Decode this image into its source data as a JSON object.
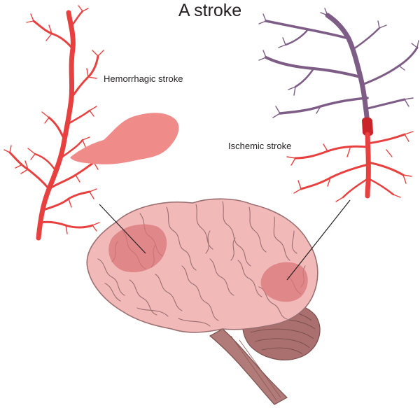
{
  "title": "A stroke",
  "labels": {
    "hemorrhagic": "Hemorrhagic stroke",
    "ischemic": "Ischemic stroke"
  },
  "colors": {
    "artery": "#e8403f",
    "blood_pool": "#ef8b89",
    "blocked_vessel": "#7d5d86",
    "clot": "#c9242a",
    "brain": "#f2b9b9",
    "brain_outline": "#9b6e70",
    "lesion": "#d9777a",
    "cerebellum": "#a9706f",
    "brainstem": "#b07b78"
  }
}
